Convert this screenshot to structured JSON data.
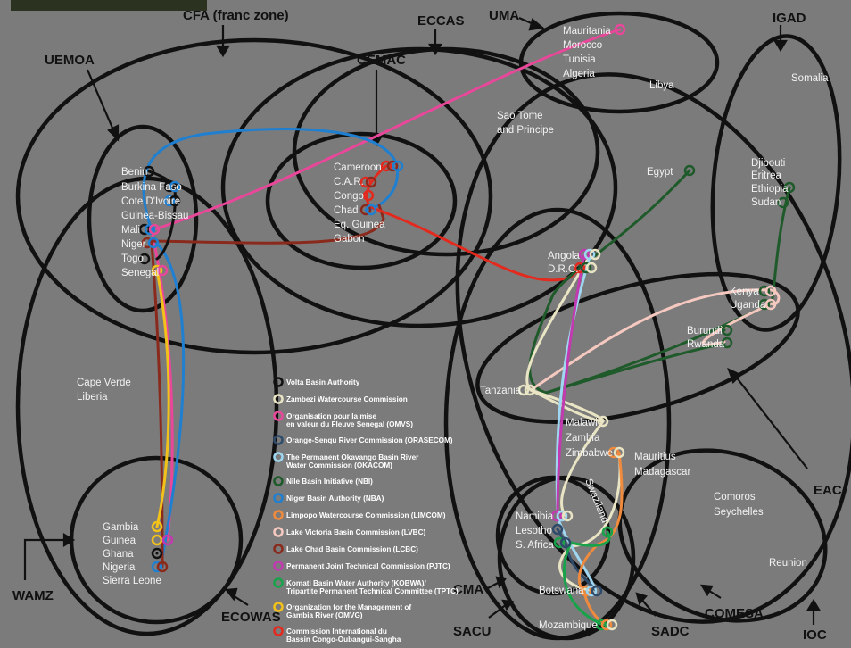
{
  "groups": {
    "cfa": "CFA (franc zone)",
    "eccas": "ECCAS",
    "uma": "UMA",
    "igad": "IGAD",
    "uemoa": "UEMOA",
    "cemac": "CEMAC",
    "eac": "EAC",
    "wamz": "WAMZ",
    "ecowas": "ECOWAS",
    "cma": "CMA",
    "sacu": "SACU",
    "sadc": "SADC",
    "comesa": "COMESA",
    "ioc": "IOC"
  },
  "countries": {
    "mauritania": "Mauritania",
    "morocco": "Morocco",
    "tunisia": "Tunisia",
    "algeria": "Algeria",
    "libya": "Libya",
    "somalia": "Somalia",
    "sao_tome_1": "Sao Tome",
    "sao_tome_2": "and Principe",
    "egypt": "Egypt",
    "djibouti": "Djibouti",
    "eritrea": "Eritrea",
    "ethiopia": "Ethiopia",
    "sudan": "Sudan",
    "benin": "Benin",
    "burkina": "Burkina Faso",
    "cote": "Cote D'Ivoire",
    "guinea_bissau": "Guinea-Bissau",
    "mali": "Mali",
    "niger": "Niger",
    "togo": "Togo",
    "senegal": "Senegal",
    "cameroon": "Cameroon",
    "car": "C.A.R.",
    "congo": "Congo",
    "chad": "Chad",
    "eq_guinea": "Eq. Guinea",
    "gabon": "Gabon",
    "angola": "Angola",
    "drc": "D.R.C.",
    "kenya": "Kenya",
    "uganda": "Uganda",
    "burundi": "Burundi",
    "rwanda": "Rwanda",
    "tanzania": "Tanzania",
    "cape_verde": "Cape Verde",
    "liberia": "Liberia",
    "malawi": "Malawi",
    "zambia": "Zambia",
    "zimbabwe": "Zimbabwe",
    "mauritius": "Mauritius",
    "madagascar": "Madagascar",
    "comoros": "Comoros",
    "seychelles": "Seychelles",
    "reunion": "Reunion",
    "namibia": "Namibia",
    "lesotho": "Lesotho",
    "s_africa": "S. Africa",
    "swaziland": "Swaziland",
    "botswana": "Botswana",
    "mozambique": "Mozambique",
    "gambia": "Gambia",
    "guinea": "Guinea",
    "ghana": "Ghana",
    "nigeria": "Nigeria",
    "sierra_leone": "Sierra Leone"
  },
  "legend": [
    {
      "color": "#111111",
      "lines": [
        "Volta Basin Authority"
      ]
    },
    {
      "color": "#e8e4c4",
      "lines": [
        "Zambezi Watercourse Commission"
      ]
    },
    {
      "color": "#e8479a",
      "lines": [
        "Organisation pour la mise",
        "en valeur du Fleuve Senegal (OMVS)"
      ]
    },
    {
      "color": "#2f4b6a",
      "lines": [
        "Orange-Senqu River Commission (ORASECOM)"
      ]
    },
    {
      "color": "#9fd7f2",
      "lines": [
        "The Permanent Okavango Basin River",
        "Water Commission (OKACOM)"
      ]
    },
    {
      "color": "#1e5a2a",
      "lines": [
        "Nile Basin Initiative (NBI)"
      ]
    },
    {
      "color": "#1f7fd0",
      "lines": [
        "Niger Basin Authority (NBA)"
      ]
    },
    {
      "color": "#f08a3c",
      "lines": [
        "Limpopo Watercourse Commission (LIMCOM)"
      ]
    },
    {
      "color": "#f5c9c0",
      "lines": [
        "Lake Victoria Basin Commission (LVBC)"
      ]
    },
    {
      "color": "#8a2a1c",
      "lines": [
        "Lake Chad Basin Commission (LCBC)"
      ]
    },
    {
      "color": "#c23ab0",
      "lines": [
        "Permanent Joint Technical Commission (PJTC)"
      ]
    },
    {
      "color": "#18a34a",
      "lines": [
        "Komati Basin Water Authority (KOBWA)/",
        "Tripartite Permanent Technical Committee (TPTC)"
      ]
    },
    {
      "color": "#f2c21b",
      "lines": [
        "Organization for the Management of",
        "Gambia River (OMVG)"
      ]
    },
    {
      "color": "#e32a1e",
      "lines": [
        "Commission International du",
        "Bassin Congo-Oubangui-Sangha"
      ]
    }
  ]
}
